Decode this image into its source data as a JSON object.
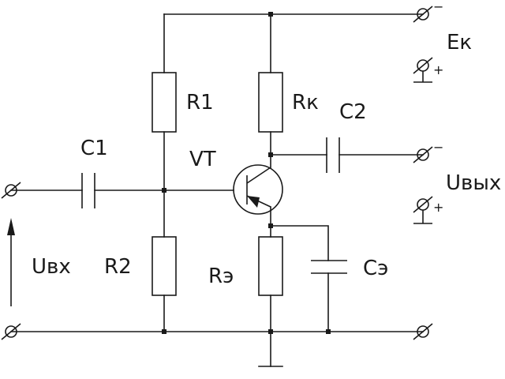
{
  "labels": {
    "r1": "R1",
    "rk": "Rк",
    "c2": "C2",
    "c1": "C1",
    "vt": "VT",
    "uvx": "Uвх",
    "r2": "R2",
    "re": "Rэ",
    "ce": "Cэ",
    "ek": "Eк",
    "uvyx": "Uвых"
  },
  "terminal_signs": {
    "supply_minus": "−",
    "supply_plus": "+",
    "output_minus": "−",
    "output_plus": "+"
  }
}
